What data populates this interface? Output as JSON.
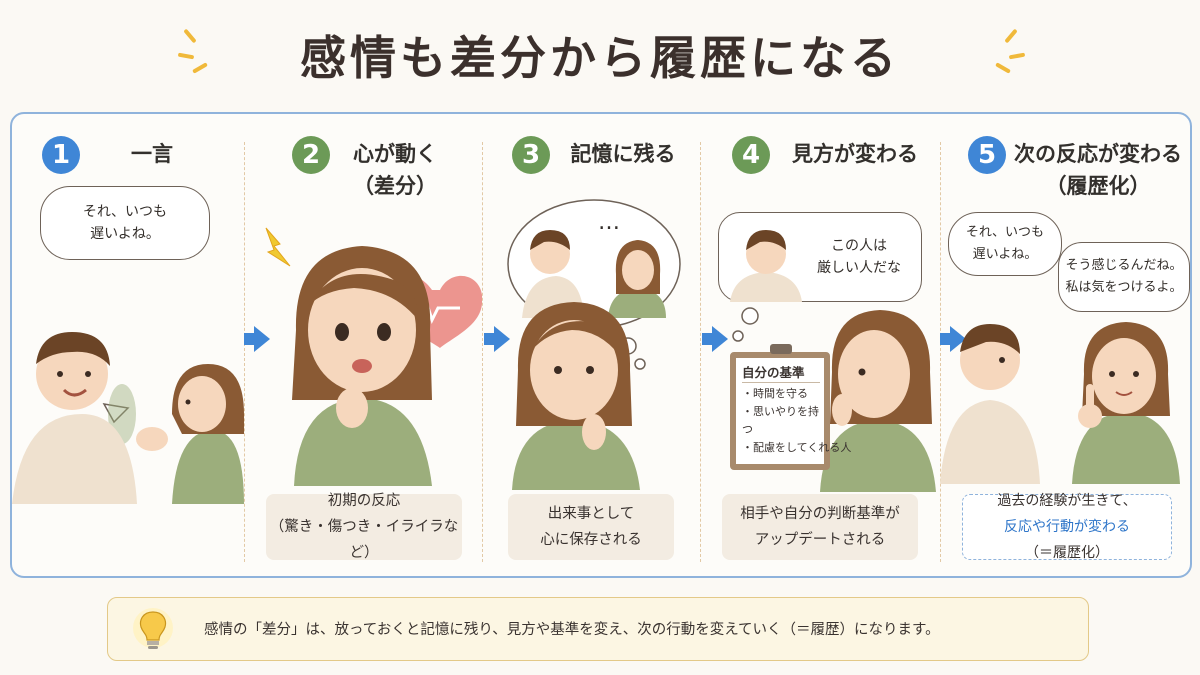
{
  "title": "感情も差分から履歴になる",
  "colors": {
    "step1": "#3f86d6",
    "step2": "#6c9a57",
    "step3": "#6c9a57",
    "step4": "#6c9a57",
    "step5": "#3f86d6",
    "arrow": "#3f86d6",
    "highlight": "#2f76c9"
  },
  "steps": [
    {
      "number": "1",
      "title_line1": "一言",
      "speech_line1": "それ、いつも",
      "speech_line2": "遅いよね。"
    },
    {
      "number": "2",
      "title_line1": "心が動く",
      "title_line2": "（差分）",
      "caption_line1": "初期の反応",
      "caption_line2": "（驚き・傷つき・イライラなど）"
    },
    {
      "number": "3",
      "title_line1": "記憶に残る",
      "thought": "…",
      "caption_line1": "出来事として",
      "caption_line2": "心に保存される"
    },
    {
      "number": "4",
      "title_line1": "見方が変わる",
      "thought_line1": "この人は",
      "thought_line2": "厳しい人だな",
      "clipboard_title": "自分の基準",
      "clipboard_items": [
        "・時間を守る",
        "・思いやりを持つ",
        "・配慮をしてくれる人"
      ],
      "caption_line1": "相手や自分の判断基準が",
      "caption_line2": "アップデートされる"
    },
    {
      "number": "5",
      "title_line1": "次の反応が変わる",
      "title_line2": "（履歴化）",
      "speech_line1": "それ、いつも",
      "speech_line2": "遅いよね。",
      "reply_line1": "そう感じるんだね。",
      "reply_line2": "私は気をつけるよ。",
      "caption_line1": "過去の経験が生きて、",
      "caption_highlight": "反応や行動が変わる",
      "caption_rest": "（＝履歴化）"
    }
  ],
  "summary": "感情の「差分」は、放っておくと記憶に残り、見方や基準を変え、次の行動を変えていく（＝履歴）になります。",
  "icons": {
    "lightbulb": "lightbulb-icon",
    "heart": "heartbeat-icon",
    "spark": "shock-spark-icon"
  }
}
